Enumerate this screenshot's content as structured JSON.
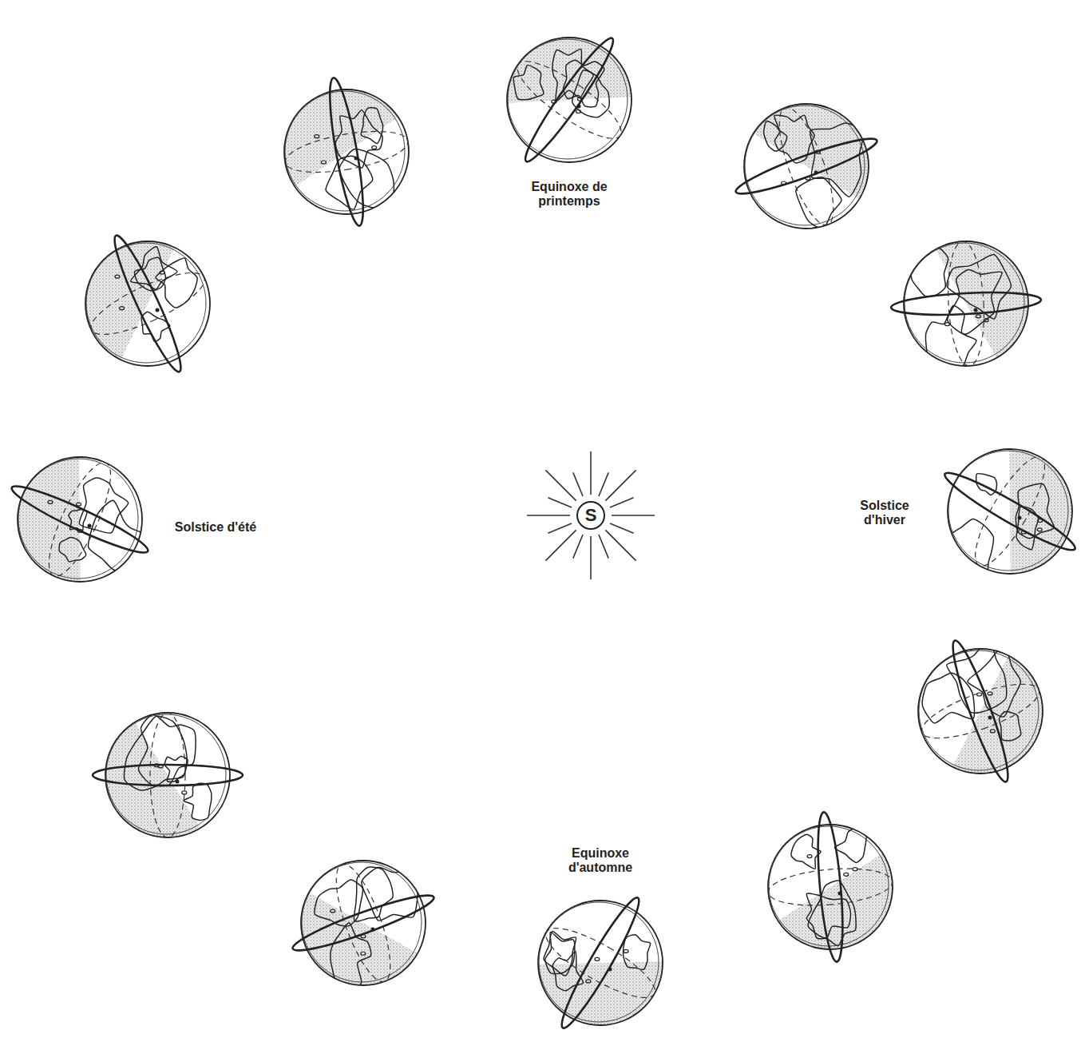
{
  "diagram": {
    "nodes": [
      {
        "text": [
          "S"
        ]
      }
    ],
    "labels": [
      "Equinoxe de printemps",
      "Solstice d'été",
      "Solstice d'hiver",
      "Equinoxe d'automne"
    ]
  }
}
